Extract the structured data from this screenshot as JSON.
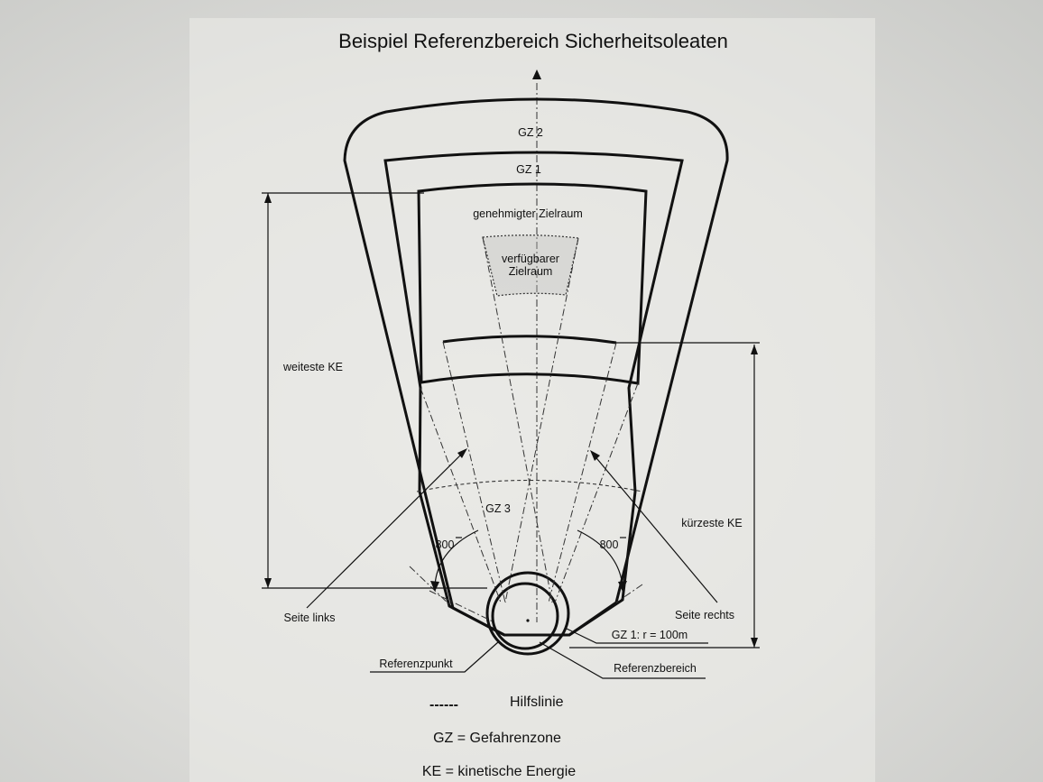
{
  "title": "Beispiel Referenzbereich Sicherheitsoleaten",
  "zones": {
    "gz2": "GZ 2",
    "gz1": "GZ 1",
    "gz3": "GZ 3",
    "approved_target": "genehmigter Zielraum",
    "available_target_line1": "verfügbarer",
    "available_target_line2": "Zielraum"
  },
  "labels": {
    "furthest_ke": "weiteste KE",
    "shortest_ke": "kürzeste KE",
    "angle_left": "800",
    "angle_right": "800",
    "side_left": "Seite links",
    "side_right": "Seite rechts",
    "gz1_radius": "GZ 1: r = 100m",
    "reference_point": "Referenzpunkt",
    "reference_area": "Referenzbereich"
  },
  "legend": {
    "helper_line_symbol": "------",
    "helper_line": "Hilfslinie",
    "gz": "GZ = Gefahrenzone",
    "ke": "KE = kinetische Energie"
  }
}
